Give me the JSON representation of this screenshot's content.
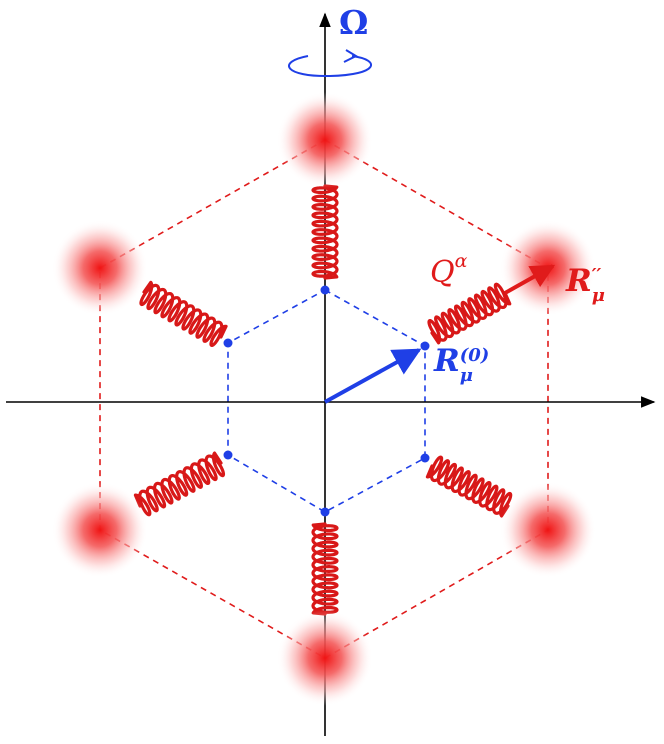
{
  "labels": {
    "omega": "Ω",
    "Q": "Q",
    "Q_sup": "α",
    "R0": "R",
    "R0_sup": "(0)",
    "R0_sub": "μ",
    "R2": "R",
    "R2_sup": "′′",
    "R2_sub": "μ"
  },
  "colors": {
    "red": "#e01b1b",
    "blue": "#1f3fe6",
    "axis": "#000000"
  },
  "icons": {
    "rotation": "rotation-arrow-icon"
  }
}
